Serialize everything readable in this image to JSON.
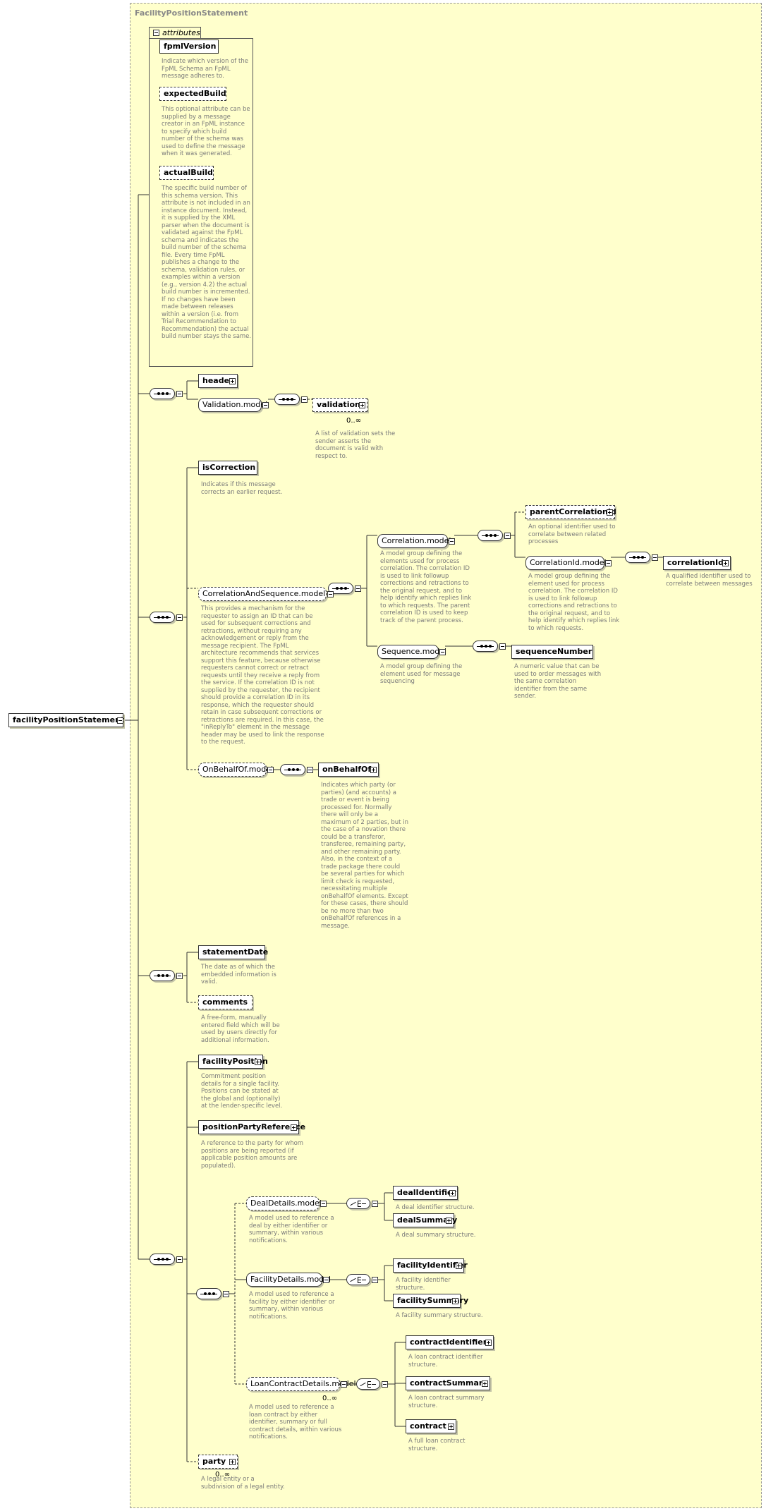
{
  "diagram": {
    "panel_title": "FacilityPositionStatement",
    "root": {
      "label": "facilityPositionStatement"
    },
    "attributes": {
      "tab_label": "attributes",
      "items": [
        {
          "name": "fpmlVersion",
          "doc": "Indicate which version of the FpML Schema an FpML message adheres to."
        },
        {
          "name": "expectedBuild",
          "doc": "This optional attribute can be supplied by a message creator in an FpML instance to specify which build number of the schema was used to define the message when it was generated."
        },
        {
          "name": "actualBuild",
          "doc": "The specific build number of this schema version. This attribute is not included in an instance document. Instead, it is supplied by the XML parser when the document is validated against the FpML schema and indicates the build number of the schema file. Every time FpML publishes a change to the schema, validation rules, or examples within a version (e.g., version 4.2) the actual build number is incremented. If no changes have been made between releases within a version (i.e. from Trial Recommendation to Recommendation) the actual build number stays the same."
        }
      ]
    },
    "elements": {
      "header": {
        "label": "header"
      },
      "validation_model": {
        "label": "Validation.model"
      },
      "validation": {
        "label": "validation",
        "card": "0..∞",
        "doc": "A list of validation sets the sender asserts the document is valid with respect to."
      },
      "isCorrection": {
        "label": "isCorrection",
        "doc": "Indicates if this message corrects an earlier request."
      },
      "correlation_and_sequence": {
        "label": "CorrelationAndSequence.model",
        "doc": "This provides a mechanism for the requester to assign an ID that can be used for subsequent corrections and retractions, without requiring any acknowledgement or reply from the message recipient. The FpML architecture recommends that services support this feature, because otherwise requesters cannot correct or retract requests until they receive a reply from the service. If the correlation ID is not supplied by the requester, the recipient should provide a correlation ID in its response, which the requester should retain in case subsequent corrections or retractions are required. In this case, the \"inReplyTo\" element in the message header may be used to link the response to the request."
      },
      "correlation_model": {
        "label": "Correlation.model",
        "doc": "A model group defining the elements used for process correlation. The correlation ID is used to link followup corrections and retractions to the original request, and to help identify which replies link to which requests. The parent correlation ID is used to keep track of the parent process."
      },
      "parentCorrelationId": {
        "label": "parentCorrelationId",
        "doc": "An optional identifier used to correlate between related processes"
      },
      "correlationId_model": {
        "label": "CorrelationId.model",
        "doc": "A model group defining the element used for process correlation. The correlation ID is used to link followup corrections and retractions to the original request, and to help identify which replies link to which requests."
      },
      "correlationId": {
        "label": "correlationId",
        "doc": "A qualified identifier used to correlate between messages"
      },
      "sequence_model": {
        "label": "Sequence.model",
        "doc": "A model group defining the element used for message sequencing"
      },
      "sequenceNumber": {
        "label": "sequenceNumber",
        "doc": "A numeric value that can be used to order messages with the same correlation identifier from the same sender."
      },
      "onBehalfOf_model": {
        "label": "OnBehalfOf.model"
      },
      "onBehalfOf": {
        "label": "onBehalfOf",
        "doc": "Indicates which party (or parties) (and accounts) a trade or event is being processed for. Normally there will only be a maximum of 2 parties, but in the case of a novation there could be a transferor, transferee, remaining party, and other remaining party. Also, in the context of a trade package there could be several parties for which limit check is requested, necessitating multiple onBehalfOf elements. Except for these cases, there should be no more than two onBehalfOf references in a message."
      },
      "statementDate": {
        "label": "statementDate",
        "doc": "The date as of which the embedded information is valid."
      },
      "comments": {
        "label": "comments",
        "doc": "A free-form, manually entered field which will be used by users directly for additional information."
      },
      "facilityPosition": {
        "label": "facilityPosition",
        "doc": "Commitment position details for a single facility. Positions can be stated at the global and (optionally) at the lender-specific level."
      },
      "positionPartyReference": {
        "label": "positionPartyReference",
        "doc": "A reference to the party for whom positions are being reported (if applicable position amounts are populated)."
      },
      "dealDetails_model": {
        "label": "DealDetails.model",
        "doc": "A model used to reference a deal by either identifier or summary, within various notifications."
      },
      "dealIdentifier": {
        "label": "dealIdentifier",
        "doc": "A deal identifier structure."
      },
      "dealSummary": {
        "label": "dealSummary",
        "doc": "A deal summary structure."
      },
      "facilityDetails_model": {
        "label": "FacilityDetails.model",
        "doc": "A model used to reference a facility by either identifier or summary, within various notifications."
      },
      "facilityIdentifier": {
        "label": "facilityIdentifier",
        "doc": "A facility identifier structure."
      },
      "facilitySummary": {
        "label": "facilitySummary",
        "doc": "A facility summary structure."
      },
      "loanContractDetails_model": {
        "label": "LoanContractDetails.model",
        "card": "0..∞",
        "doc": "A model used to reference a loan contract by either identifier, summary or full contract details, within various notifications."
      },
      "contractIdentifier": {
        "label": "contractIdentifier",
        "doc": "A loan contract identifier structure."
      },
      "contractSummary": {
        "label": "contractSummary",
        "doc": "A loan contract summary structure."
      },
      "contract": {
        "label": "contract",
        "doc": "A full loan contract structure."
      },
      "party": {
        "label": "party",
        "card": "0..∞",
        "doc": "A legal entity or a subdivision of a legal entity."
      }
    }
  }
}
